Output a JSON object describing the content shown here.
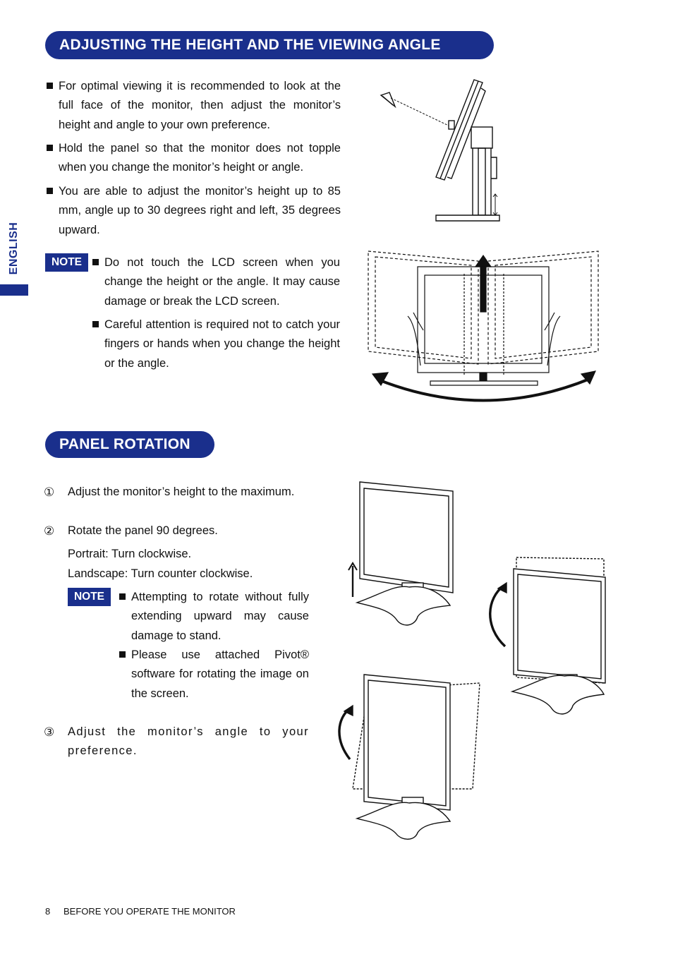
{
  "section1": {
    "title": "ADJUSTING THE HEIGHT AND THE VIEWING ANGLE",
    "bullets": [
      "For optimal viewing it is recommended to look at the full face of the monitor, then adjust the monitor’s height and angle to your own preference.",
      "Hold the panel so that the monitor does not topple when you change the monitor’s height or angle.",
      "You are able to adjust the monitor’s height up to 85 mm, angle up to 30 degrees right and left, 35 degrees upward."
    ],
    "note_label": "NOTE",
    "notes": [
      "Do not touch the LCD screen when you change the height or the angle. It may cause damage or break the LCD screen.",
      "Careful attention is required not to catch your fingers or hands when you change the height or the angle."
    ]
  },
  "side_label": "ENGLISH",
  "section2": {
    "title": "PANEL ROTATION",
    "steps": [
      {
        "num": "①",
        "text": "Adjust the monitor’s height to the maximum."
      },
      {
        "num": "②",
        "text": "Rotate the panel 90 degrees."
      },
      {
        "num": "③",
        "text": "Adjust the monitor’s angle to your preference."
      }
    ],
    "portrait": "Portrait: Turn clockwise.",
    "landscape": "Landscape: Turn counter clockwise.",
    "note_label": "NOTE",
    "notes": [
      "Attempting to rotate without fully extending upward may cause damage to stand.",
      "Please use attached Pivot® software for rotating the image on the screen."
    ]
  },
  "footer": {
    "page": "8",
    "text": "BEFORE YOU OPERATE THE MONITOR"
  }
}
